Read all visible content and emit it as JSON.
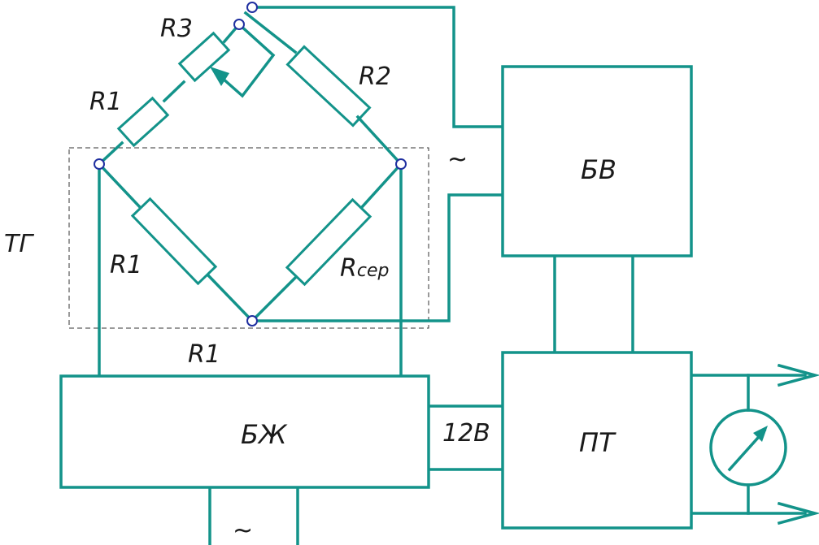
{
  "labels": {
    "r3": "R3",
    "r2": "R2",
    "r1_top": "R1",
    "r1_left": "R1",
    "r_sensor": "R",
    "r_sensor_sub": "сер",
    "r1_bottom": "R1",
    "tg": "ТГ",
    "ac_top": "~",
    "ac_bottom": "~",
    "voltage": "12В",
    "block_bv": "БВ",
    "block_bzh": "БЖ",
    "block_pt": "ПТ"
  },
  "colors": {
    "wire": "#13938a",
    "node": "#1f2fa0",
    "text": "#1a1a1a",
    "dashed": "#333333"
  }
}
